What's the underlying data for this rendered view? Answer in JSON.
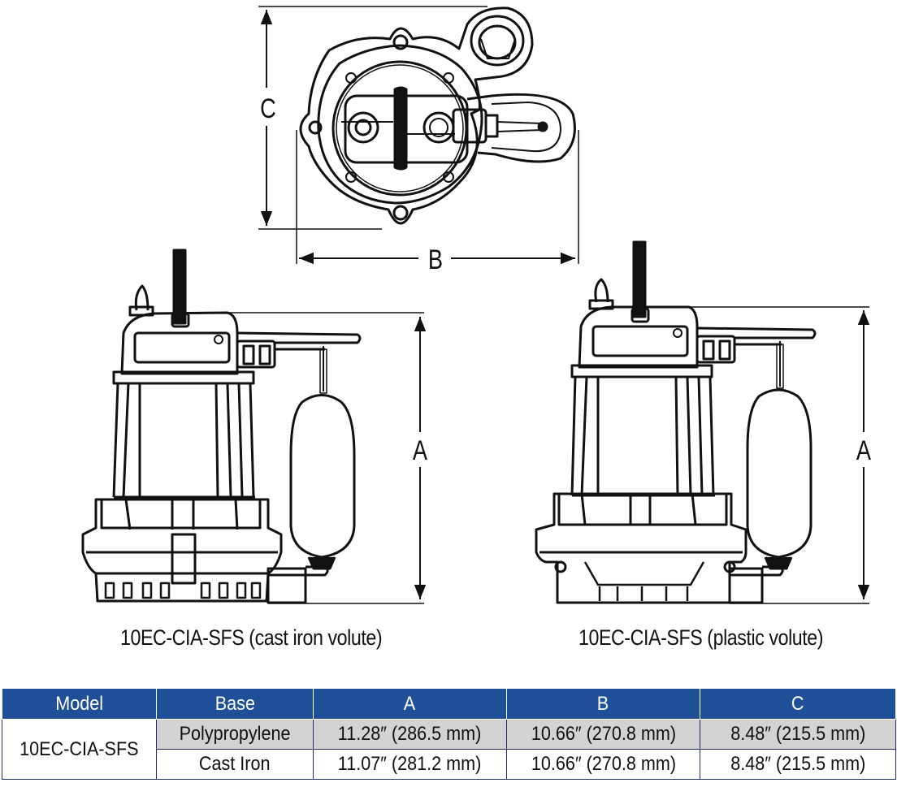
{
  "dimension_labels": {
    "a": "A",
    "b": "B",
    "c": "C"
  },
  "captions": {
    "left": "10EC-CIA-SFS (cast iron volute)",
    "right": "10EC-CIA-SFS (plastic volute)"
  },
  "table": {
    "header_color": "#1f4f97",
    "headers": [
      "Model",
      "Base",
      "A",
      "B",
      "C"
    ],
    "model": "10EC-CIA-SFS",
    "rows": [
      {
        "base": "Polypropylene",
        "a": "11.28″ (286.5 mm)",
        "b": "10.66″ (270.8 mm)",
        "c": "8.48″ (215.5 mm)"
      },
      {
        "base": "Cast Iron",
        "a": "11.07″ (281.2 mm)",
        "b": "10.66″ (270.8 mm)",
        "c": "8.48″ (215.5 mm)"
      }
    ]
  }
}
